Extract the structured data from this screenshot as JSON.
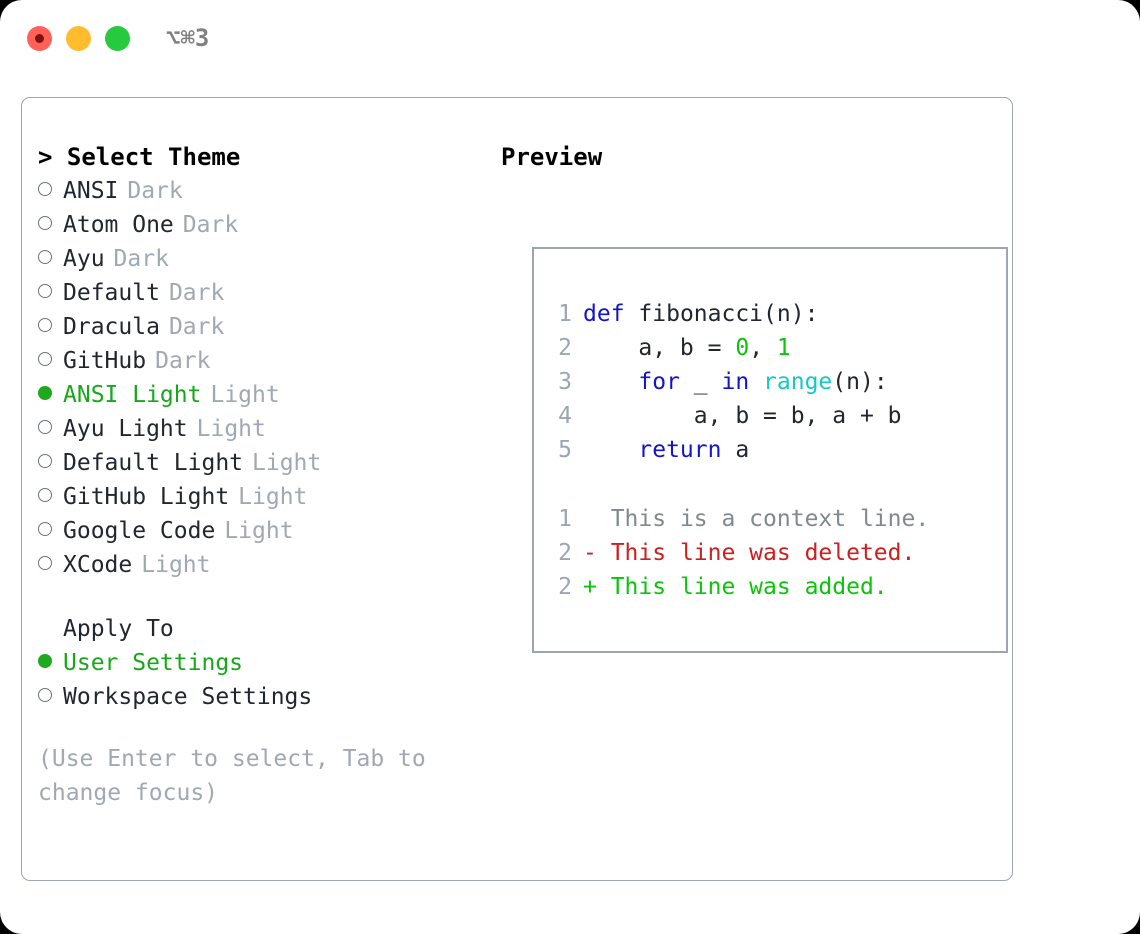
{
  "titlebar": {
    "traffic_lights": [
      {
        "name": "close-button",
        "color": "#FF6159"
      },
      {
        "name": "minimize-button",
        "color": "#FFBD2E"
      },
      {
        "name": "maximize-button",
        "color": "#27C93F"
      }
    ],
    "shortcut": "⌥⌘3"
  },
  "theme_panel": {
    "heading": "> Select Theme",
    "items": [
      {
        "label": "ANSI",
        "tag": "Dark",
        "selected": false
      },
      {
        "label": "Atom One",
        "tag": "Dark",
        "selected": false
      },
      {
        "label": "Ayu",
        "tag": "Dark",
        "selected": false
      },
      {
        "label": "Default",
        "tag": "Dark",
        "selected": false
      },
      {
        "label": "Dracula",
        "tag": "Dark",
        "selected": false
      },
      {
        "label": "GitHub",
        "tag": "Dark",
        "selected": false
      },
      {
        "label": "ANSI Light",
        "tag": "Light",
        "selected": true
      },
      {
        "label": "Ayu Light",
        "tag": "Light",
        "selected": false
      },
      {
        "label": "Default Light",
        "tag": "Light",
        "selected": false
      },
      {
        "label": "GitHub Light",
        "tag": "Light",
        "selected": false
      },
      {
        "label": "Google Code",
        "tag": "Light",
        "selected": false
      },
      {
        "label": "XCode",
        "tag": "Light",
        "selected": false
      }
    ],
    "apply_to": {
      "title": "Apply To",
      "options": [
        {
          "label": "User Settings",
          "selected": true
        },
        {
          "label": "Workspace Settings",
          "selected": false
        }
      ]
    },
    "hint": "(Use Enter to select, Tab to change focus)"
  },
  "preview": {
    "heading": "Preview",
    "code_lines": [
      {
        "num": "1",
        "tokens": [
          {
            "t": "def",
            "k": "kw"
          },
          {
            "t": " ",
            "k": "plain"
          },
          {
            "t": "fibonacci(n):",
            "k": "plain"
          }
        ]
      },
      {
        "num": "2",
        "tokens": [
          {
            "t": "    a, b = ",
            "k": "plain"
          },
          {
            "t": "0",
            "k": "num"
          },
          {
            "t": ", ",
            "k": "plain"
          },
          {
            "t": "1",
            "k": "num"
          }
        ]
      },
      {
        "num": "3",
        "tokens": [
          {
            "t": "    ",
            "k": "plain"
          },
          {
            "t": "for",
            "k": "kw"
          },
          {
            "t": " _ ",
            "k": "plain"
          },
          {
            "t": "in",
            "k": "kw"
          },
          {
            "t": " ",
            "k": "plain"
          },
          {
            "t": "range",
            "k": "builtin"
          },
          {
            "t": "(n):",
            "k": "plain"
          }
        ]
      },
      {
        "num": "4",
        "tokens": [
          {
            "t": "        a, b = b, a + b",
            "k": "plain"
          }
        ]
      },
      {
        "num": "5",
        "tokens": [
          {
            "t": "    ",
            "k": "plain"
          },
          {
            "t": "return",
            "k": "kw"
          },
          {
            "t": " a",
            "k": "plain"
          }
        ]
      }
    ],
    "diff_lines": [
      {
        "num": "1",
        "marker": " ",
        "text": "This is a context line.",
        "kind": "ctx"
      },
      {
        "num": "2",
        "marker": "-",
        "text": "This line was deleted.",
        "kind": "del"
      },
      {
        "num": "2",
        "marker": "+",
        "text": "This line was added.",
        "kind": "add"
      }
    ]
  },
  "colors": {
    "selected_green": "#17A81A",
    "muted_grey": "#A0A8B4",
    "border": "#9BA5B4",
    "keyword_blue": "#1414CC",
    "number_green": "#0BC40B",
    "builtin_cyan": "#14C8C8",
    "diff_delete_red": "#CC2020",
    "diff_add_green": "#0BC40B",
    "diff_context_grey": "#808890"
  }
}
